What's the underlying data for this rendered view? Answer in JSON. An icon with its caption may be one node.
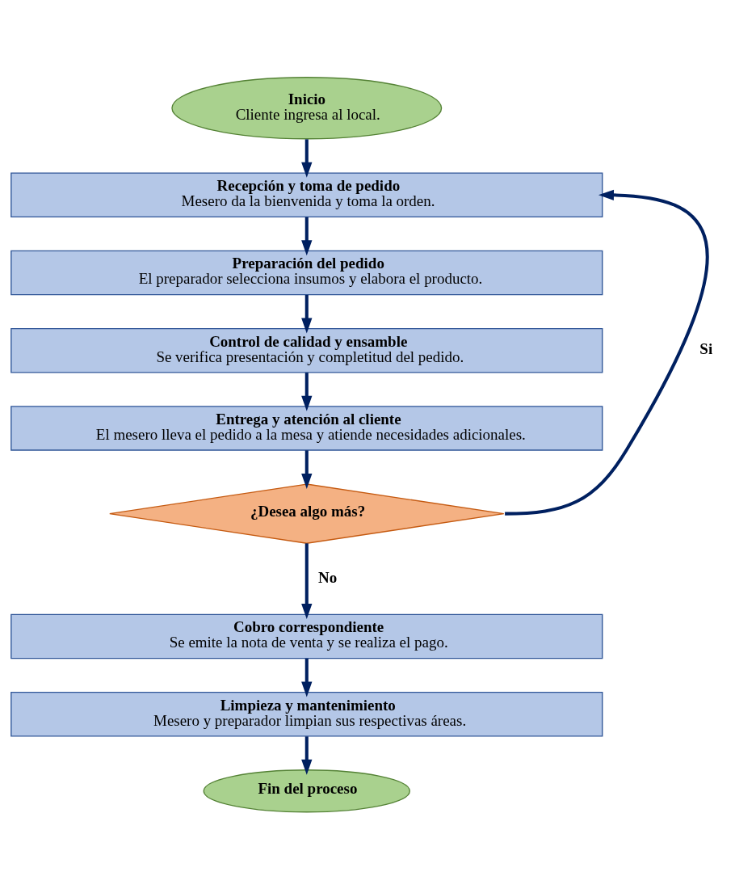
{
  "diagram": {
    "nodes": [
      {
        "text": [
          "Inicio",
          "Cliente ingresa al local."
        ]
      },
      {
        "text": [
          "Recepción y toma de pedido",
          "Mesero da la bienvenida y toma la orden."
        ]
      },
      {
        "text": [
          "Preparación del pedido",
          "El preparador selecciona insumos y elabora el producto."
        ]
      },
      {
        "text": [
          "Control de calidad y ensamble",
          "Se verifica presentación y completitud del pedido."
        ]
      },
      {
        "text": [
          "Entrega y atención al cliente",
          "El mesero lleva el pedido a la mesa y atiende necesidades adicionales."
        ]
      },
      {
        "text": [
          "¿Desea algo más?"
        ]
      },
      {
        "text": [
          "Cobro correspondiente",
          "Se emite la nota de venta y se realiza el pago."
        ]
      },
      {
        "text": [
          "Limpieza y mantenimiento",
          "Mesero y preparador limpian sus respectivas áreas."
        ]
      },
      {
        "text": [
          "Fin del proceso"
        ]
      }
    ],
    "edges": [
      {
        "from": 0,
        "to": 1,
        "arrow": "to"
      },
      {
        "from": 1,
        "to": 2,
        "arrow": "to"
      },
      {
        "from": 2,
        "to": 3,
        "arrow": "to"
      },
      {
        "from": 3,
        "to": 4,
        "arrow": "to"
      },
      {
        "from": 4,
        "to": 5,
        "arrow": "to"
      },
      {
        "from": 5,
        "to": 6,
        "arrow": "to",
        "label": "No"
      },
      {
        "from": 5,
        "to": 1,
        "arrow": "to",
        "label": "Si"
      },
      {
        "from": 6,
        "to": 7,
        "arrow": "to"
      },
      {
        "from": 7,
        "to": 8,
        "arrow": "to"
      }
    ]
  }
}
